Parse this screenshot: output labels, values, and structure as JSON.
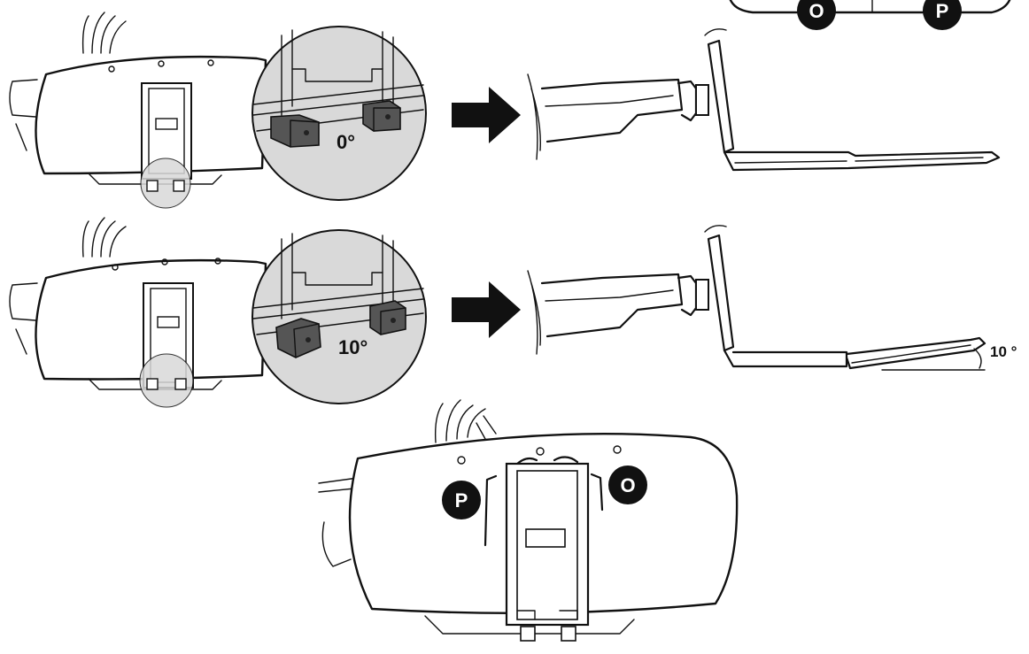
{
  "top_right_badges": {
    "left": "O",
    "right": "P"
  },
  "row1": {
    "angle_label": "0°"
  },
  "row2": {
    "angle_label": "10°",
    "tilt_label": "10 °"
  },
  "bottom": {
    "left_badge": "P",
    "right_badge": "O"
  },
  "colors": {
    "ink": "#111111",
    "zoom_circle": "#d9d9d9",
    "clip": "#555555",
    "arrow": "#111111"
  },
  "icons": {
    "direction_arrow": "right-arrow-icon",
    "badge": "letter-badge-icon"
  }
}
